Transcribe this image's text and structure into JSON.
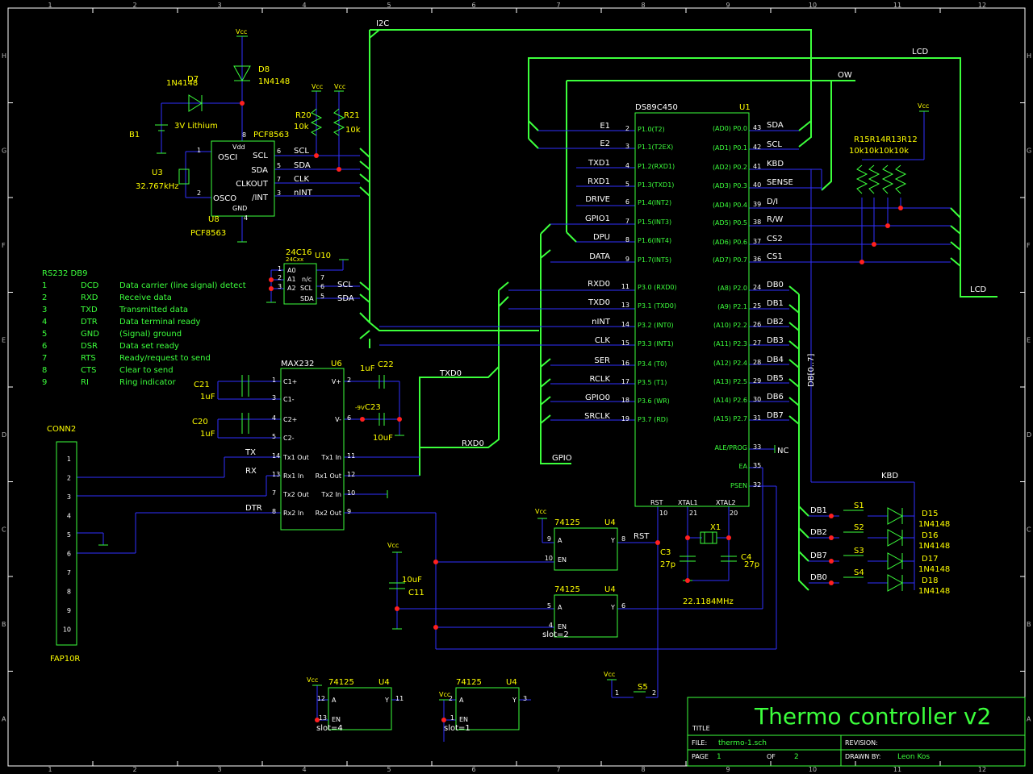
{
  "border": {
    "cols": [
      "1",
      "2",
      "3",
      "4",
      "5",
      "6",
      "7",
      "8",
      "9",
      "10",
      "11",
      "12"
    ],
    "rows": [
      "H",
      "G",
      "F",
      "E",
      "D",
      "C",
      "B",
      "A"
    ]
  },
  "buses": {
    "i2c": "I2C",
    "lcd": "LCD",
    "ow": "OW",
    "lcd2": "LCD",
    "gpio": "GPIO",
    "db": "DB[0..7]",
    "kbd": "KBD",
    "txd0": "TXD0",
    "rxd0": "RXD0"
  },
  "power": {
    "vcc": "Vcc",
    "d7": "D7",
    "d7p": "1N4148",
    "d8": "D8",
    "d8p": "1N4148",
    "b1": "B1",
    "b1v": "3V Lithium"
  },
  "rtc": {
    "ref": "U8",
    "part": "PCF8563",
    "part_top": "PCF8563",
    "pins_left": [
      "OSCI",
      "OSCO"
    ],
    "pins_left_num": [
      "1",
      "2"
    ],
    "vdd": "Vdd",
    "vdd_num": "8",
    "gnd": "GND",
    "gnd_num": "4",
    "pins_right": [
      "SCL",
      "SDA",
      "CLKOUT",
      "/INT"
    ],
    "pins_right_num": [
      "6",
      "5",
      "7",
      "3"
    ],
    "nets": [
      "SCL",
      "SDA",
      "CLK",
      "nINT"
    ],
    "xtal_ref": "U3",
    "xtal_val": "32.767kHz",
    "r20": "R20",
    "r20v": "10k",
    "r21": "R21",
    "r21v": "10k"
  },
  "eeprom": {
    "ref": "U10",
    "part": "24C16",
    "sub": "24Cxx",
    "pins": [
      "A0",
      "A1",
      "A2",
      "n/c",
      "SCL",
      "SDA"
    ],
    "nums": [
      "7",
      "6",
      "5"
    ],
    "nets": [
      "SCL",
      "SDA"
    ],
    "left_nums": [
      "1",
      "2",
      "3"
    ]
  },
  "rs232": {
    "title": "RS232 DB9",
    "rows": [
      [
        "1",
        "DCD",
        "Data carrier (line signal) detect"
      ],
      [
        "2",
        "RXD",
        "Receive data"
      ],
      [
        "3",
        "TXD",
        "Transmitted data"
      ],
      [
        "4",
        "DTR",
        "Data terminal ready"
      ],
      [
        "5",
        "GND",
        "(Signal) ground"
      ],
      [
        "6",
        "DSR",
        "Data set ready"
      ],
      [
        "7",
        "RTS",
        "Ready/request to send"
      ],
      [
        "8",
        "CTS",
        "Clear to send"
      ],
      [
        "9",
        "RI",
        "Ring indicator"
      ]
    ]
  },
  "conn": {
    "ref": "CONN2",
    "part": "FAP10R",
    "pins": [
      "1",
      "2",
      "3",
      "4",
      "5",
      "6",
      "7",
      "8",
      "9",
      "10"
    ]
  },
  "max232": {
    "ref": "U6",
    "part": "MAX232",
    "left": [
      "C1+",
      "C1-",
      "C2+",
      "C2-",
      "Tx1 Out",
      "Rx1 In",
      "Tx2 Out",
      "Rx2 In"
    ],
    "left_num": [
      "1",
      "3",
      "4",
      "5",
      "14",
      "13",
      "7",
      "8"
    ],
    "right": [
      "V+",
      "V-",
      "Tx1 In",
      "Rx1 Out",
      "Tx2 In",
      "Rx2 Out"
    ],
    "right_num": [
      "2",
      "6",
      "11",
      "12",
      "10",
      "9"
    ],
    "nets": [
      "TX",
      "RX",
      "DTR"
    ],
    "c21": "C21",
    "c21v": "1uF",
    "c20": "C20",
    "c20v": "1uF",
    "c22": "C22",
    "c22v": "1uF",
    "c23": "C23",
    "c23v": "10uF",
    "c23n": "-9V"
  },
  "mcu": {
    "ref": "U1",
    "part": "DS89C450",
    "left_nets": [
      "E1",
      "E2",
      "TXD1",
      "RXD1",
      "DRIVE",
      "GPIO1",
      "DPU",
      "DATA",
      "RXD0",
      "TXD0",
      "nINT",
      "CLK",
      "SER",
      "RCLK",
      "GPIO0",
      "SRCLK"
    ],
    "left_num": [
      "2",
      "3",
      "4",
      "5",
      "6",
      "7",
      "8",
      "9",
      "11",
      "13",
      "14",
      "15",
      "16",
      "17",
      "18",
      "19"
    ],
    "left_pins": [
      "P1.0(T2)",
      "P1.1(T2EX)",
      "P1.2(RXD1)",
      "P1.3(TXD1)",
      "P1.4(INT2)",
      "P1.5(INT3)",
      "P1.6(INT4)",
      "P1.7(INT5)",
      "P3.0 (RXD0)",
      "P3.1 (TXD0)",
      "P3.2 (INT0)",
      "P3.3 (INT1)",
      "P3.4 (T0)",
      "P3.5 (T1)",
      "P3.6 (WR)",
      "P3.7 (RD)"
    ],
    "right_pins": [
      "(AD0) P0.0",
      "(AD1) P0.1",
      "(AD2) P0.2",
      "(AD3) P0.3",
      "(AD4) P0.4",
      "(AD5) P0.5",
      "(AD6) P0.6",
      "(AD7) P0.7",
      "(A8) P2.0",
      "(A9) P2.1",
      "(A10) P2.2",
      "(A11) P2.3",
      "(A12) P2.4",
      "(A13) P2.5",
      "(A14) P2.6",
      "(A15) P2.7",
      "ALE/PROG",
      "EA",
      "PSEN"
    ],
    "right_num": [
      "43",
      "42",
      "41",
      "40",
      "39",
      "38",
      "37",
      "36",
      "24",
      "25",
      "26",
      "27",
      "28",
      "29",
      "30",
      "31",
      "33",
      "35",
      "32"
    ],
    "right_nets": [
      "SDA",
      "SCL",
      "KBD",
      "SENSE",
      "D/I",
      "R/W",
      "CS2",
      "CS1",
      "DB0",
      "DB1",
      "DB2",
      "DB3",
      "DB4",
      "DB5",
      "DB6",
      "DB7"
    ],
    "nc": "NC",
    "bottom": [
      "RST",
      "XTAL1",
      "XTAL2"
    ],
    "bottom_num": [
      "10",
      "21",
      "20"
    ]
  },
  "rpack": {
    "refs": "R15R14R13R12",
    "vals": "10k10k10k10k"
  },
  "keys": {
    "nets": [
      "DB1",
      "DB2",
      "DB7",
      "DB0"
    ],
    "sw": [
      "S1",
      "S2",
      "S3",
      "S4"
    ],
    "d": [
      "D15",
      "D16",
      "D17",
      "D18"
    ],
    "dp": "1N4148"
  },
  "osc": {
    "x1": "X1",
    "c3": "C3",
    "c3v": "27p",
    "c4": "C4",
    "c4v": "27p",
    "freq": "22.1184MHz"
  },
  "buffers": {
    "part": "74125",
    "ref": "U4",
    "g1": {
      "a": "9",
      "en": "10",
      "y": "8",
      "net": "RST"
    },
    "g2": {
      "a": "5",
      "en": "4",
      "y": "6",
      "slot": "slot=2"
    },
    "g3": {
      "a": "12",
      "en": "13",
      "y": "11",
      "slot": "slot=4"
    },
    "g4": {
      "a": "2",
      "en": "1",
      "y": "3",
      "slot": "slot=1"
    },
    "a_lbl": "A",
    "y_lbl": "Y",
    "en_lbl": "EN"
  },
  "c11": {
    "ref": "C11",
    "val": "10uF"
  },
  "s5": {
    "ref": "S5",
    "p1": "1",
    "p2": "2"
  },
  "title_block": {
    "title_lbl": "TITLE",
    "title": "Thermo controller v2",
    "file_lbl": "FILE:",
    "file": "thermo-1.sch",
    "rev_lbl": "REVISION:",
    "page_lbl": "PAGE",
    "page": "1",
    "of_lbl": "OF",
    "of": "2",
    "drawn_lbl": "DRAWN BY:",
    "drawn": "Leon Kos"
  }
}
